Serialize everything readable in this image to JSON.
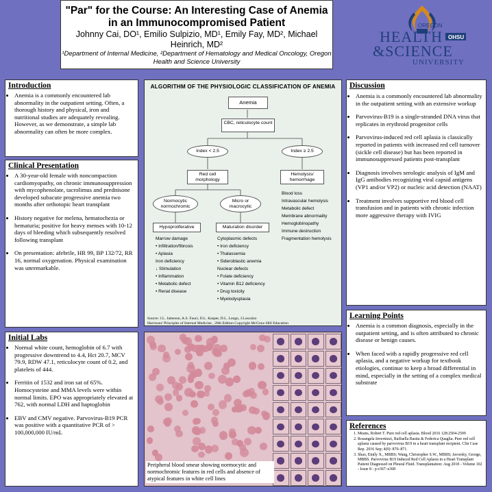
{
  "title": {
    "line": "\"Par\" for the Course: An Interesting Case of Anemia in an Immunocompromised Patient",
    "authors": "Johnny Cai, DO¹, Emilio Sulpizio, MD¹, Emily Fay, MD², Michael Heinrich, MD²",
    "affiliations": "¹Department of Internal Medicine, ²Department of Hematology and Medical Oncology, Oregon Health and Science University"
  },
  "logo": {
    "line1": "OREGON",
    "line2": "HEALTH",
    "line3": "&SCIENCE",
    "line4": "UNIVERSITY",
    "badge": "OHSU"
  },
  "introduction": {
    "heading": "Introduction",
    "items": [
      "Anemia is a commonly encountered lab abnormality in the outpatient setting. Often, a thorough history and physical, iron and nutritional studies are adequately revealing. However, as we demonstrate, a simple lab abnormality can often be more complex."
    ]
  },
  "clinical": {
    "heading": "Clinical Presentation",
    "items": [
      "A 30-year-old female with noncompaction cardiomyopathy, on chronic immunosuppression with mycophenolate, tacrolimus and prednisone developed subacute progressive anemia two months after orthotopic heart transplant",
      "History negative for melena, hematochezia or hematuria; positive for heavy menses with 10-12 days of bleeding which subsequently resolved following transplant",
      "On presentation: afebrile, HR 99, BP 132/72, RR 16, normal oxygenation. Physical examination was unremarkable."
    ]
  },
  "labs": {
    "heading": "Initial Labs",
    "items": [
      "Normal white count, hemoglobin of 6.7 with progressive downtrend to 4.4, Hct 20.7, MCV 79.9, RDW 47.1, reticulocyte count of 0.2, and platelets of 444.",
      "Ferritin of 1532 and iron sat of 65%. Homocysteine and MMA levels were within normal limits. EPO was appropriately elevated at 762, with normal LDH and haptoglobin",
      "EBV and CMV negative. Parvovirus-B19 PCR was positive with a quantitative PCR of > 100,000,000 IU/mL"
    ]
  },
  "algorithm": {
    "title": "ALGORITHM OF THE PHYSIOLOGIC CLASSIFICATION OF ANEMIA",
    "anemia": "Anemia",
    "cbc": "CBC, reticulocyte count",
    "idx_low": "Index < 2.5",
    "idx_high": "Index ≥ 2.5",
    "rbc_morph": "Red cell morphology",
    "hemolysis": "Hemolysis/ hemorrhage",
    "normo": "Normocytic normochromic",
    "micro": "Micro or macrocytic",
    "hypo": "Hypoproliferative",
    "maturation": "Maturation disorder",
    "hypo_list": [
      "Marrow damage",
      "• Infiltration/fibrosis",
      "• Aplasia",
      "Iron deficiency",
      "↓ Stimulation",
      "• Inflammation",
      "• Metabolic defect",
      "• Renal disease"
    ],
    "mat_list": [
      "Cytoplasmic defects",
      "• Iron deficiency",
      "• Thalassemia",
      "• Sideroblastic anemia",
      "Nuclear defects",
      "• Folate deficiency",
      "• Vitamin B12 deficiency",
      "• Drug toxicity",
      "• Myelodysplasia"
    ],
    "hem_list": [
      "Blood loss",
      "Intravascular hemolysis",
      "Metabolic defect",
      "Membrane abnormality",
      "Hemoglobinopathy",
      "Immune destruction",
      "Fragmentation hemolysis"
    ],
    "source1": "Source: J.L. Jameson, A.S. Fauci, D.L. Kasper, D.L. Longo, J.Loscalzo",
    "source2": "Harrisons' Principles of Internal Medicine , 20th Edition Copyright McGraw-Hill Education"
  },
  "smear": {
    "caption": "Peripheral blood smear showing normocytic and normochromic features in red cells and absence of atypical features in white cell lines"
  },
  "discussion": {
    "heading": "Discussion",
    "items": [
      "Anemia is a commonly encountered lab abnormality in the outpatient setting with an extensive workup",
      "Parvovirus-B19 is a single-stranded DNA virus that replicates in erythroid progenitor cells",
      "Parvovirus-induced red cell aplasia is classically reported in patients with increased red cell turnover (sickle cell disease) but has been reported in immunosuppressed patients post-transplant",
      "Diagnosis involves serologic analysis of IgM and IgG antibodies recognizing viral capsid antigens (VP1 and/or VP2) or nucleic acid detection (NAAT)",
      "Treatment involves supportive red blood cell transfusion and in patients with chronic infection more aggressive therapy with IVIG"
    ]
  },
  "learning": {
    "heading": "Learning Points",
    "items": [
      "Anemia is a common diagnosis, especially in the outpatient setting, and is often attributed to chronic disease or benign causes.",
      "When faced with a rapidly progressive red cell aplasia, and a negative workup for textbook etiologies, continue to keep a broad differential in mind, especially in the setting of a complex medical substrate"
    ]
  },
  "references": {
    "heading": "References",
    "items": [
      "Means, Robert T. Pure red cell aplasia. Blood 2016 128:2504-2509",
      "Rosangela Invernizzi, Raffaella Bastia & Federica Quaglia. Pure red cell aplasia caused by parvovirus B19 in a heart transplant recipient. Clin Case Rep. 2016 Sep; 4(9): 870–871.",
      "Shao, Emily X., MBBS; Wang, Christopher S.W., MBBS; Javorsky, George, MBBS. Parvovirus B19 Induced Red Cell Aplasia in a Heart Transplant Patient Diagnosed on Pleural Fluid. Transplantation: Aug 2018 - Volume 102 - Issue 8 - p e367–e368"
    ]
  }
}
